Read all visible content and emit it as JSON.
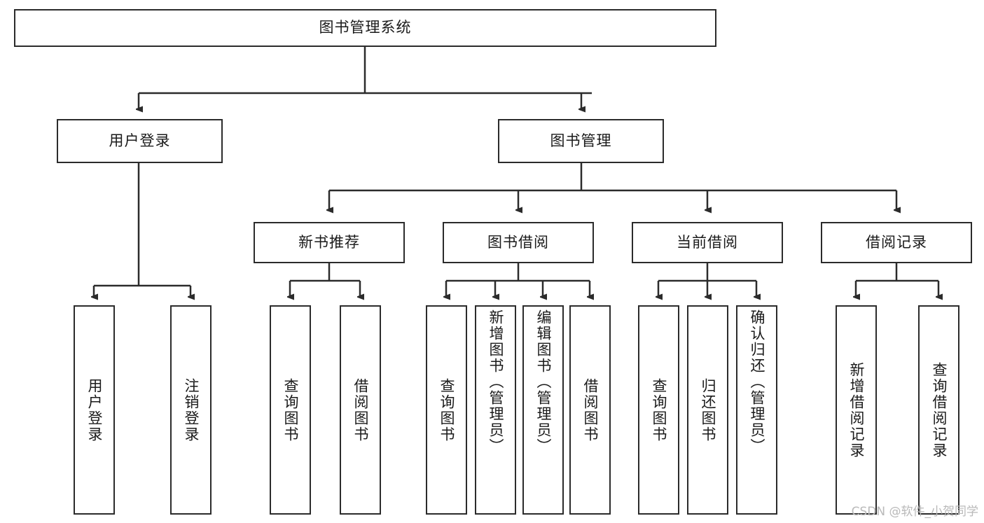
{
  "diagram": {
    "type": "tree-hierarchy",
    "title": "图书管理系统",
    "watermark": "CSDN @软件_小贺同学",
    "colors": {
      "stroke": "#2b2b2b",
      "fill": "#ffffff",
      "text": "#1a1a1a",
      "watermark": "#b9b9b9"
    },
    "root": {
      "label": "图书管理系统"
    },
    "level2": [
      {
        "id": "user-login",
        "label": "用户登录"
      },
      {
        "id": "book-management",
        "label": "图书管理"
      }
    ],
    "level3": [
      {
        "id": "new-book-recommend",
        "label": "新书推荐"
      },
      {
        "id": "book-borrow",
        "label": "图书借阅"
      },
      {
        "id": "current-borrow",
        "label": "当前借阅"
      },
      {
        "id": "borrow-record",
        "label": "借阅记录"
      }
    ],
    "leaves": [
      {
        "id": "leaf-user-login",
        "label": "用户登录",
        "parent": "user-login"
      },
      {
        "id": "leaf-logout",
        "label": "注销登录",
        "parent": "user-login"
      },
      {
        "id": "leaf-query-book-1",
        "label": "查询图书",
        "parent": "new-book-recommend"
      },
      {
        "id": "leaf-borrow-book-1",
        "label": "借阅图书",
        "parent": "new-book-recommend"
      },
      {
        "id": "leaf-query-book-2",
        "label": "查询图书",
        "parent": "book-borrow"
      },
      {
        "id": "leaf-add-book",
        "label": "新增图书（管理员）",
        "parent": "book-borrow"
      },
      {
        "id": "leaf-edit-book",
        "label": "编辑图书（管理员）",
        "parent": "book-borrow"
      },
      {
        "id": "leaf-borrow-book-2",
        "label": "借阅图书",
        "parent": "book-borrow"
      },
      {
        "id": "leaf-query-book-3",
        "label": "查询图书",
        "parent": "current-borrow"
      },
      {
        "id": "leaf-return-book",
        "label": "归还图书",
        "parent": "current-borrow"
      },
      {
        "id": "leaf-confirm-return",
        "label": "确认归还（管理员）",
        "parent": "current-borrow"
      },
      {
        "id": "leaf-add-record",
        "label": "新增借阅记录",
        "parent": "borrow-record"
      },
      {
        "id": "leaf-query-record",
        "label": "查询借阅记录",
        "parent": "borrow-record"
      }
    ]
  }
}
